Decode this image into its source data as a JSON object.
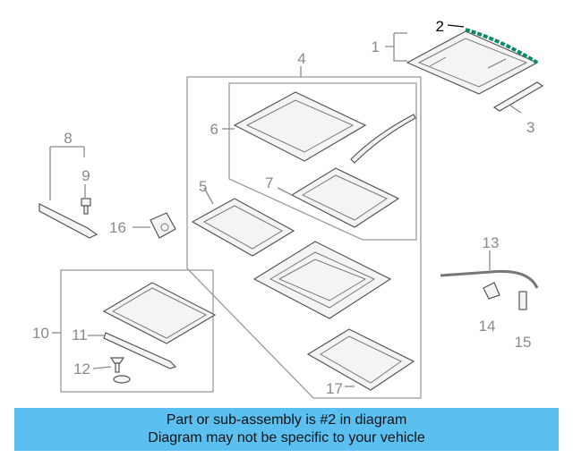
{
  "callouts": [
    "1",
    "2",
    "3",
    "4",
    "5",
    "6",
    "7",
    "8",
    "9",
    "10",
    "11",
    "12",
    "13",
    "14",
    "15",
    "16",
    "17"
  ],
  "highlighted_part": "2",
  "colors": {
    "banner": "#5bc0f0",
    "highlight": "#0a8a6a",
    "line": "#8a8a8a"
  },
  "banner": {
    "line1": "Part or sub-assembly is #2 in diagram",
    "line2": "Diagram may not be specific to your vehicle"
  }
}
